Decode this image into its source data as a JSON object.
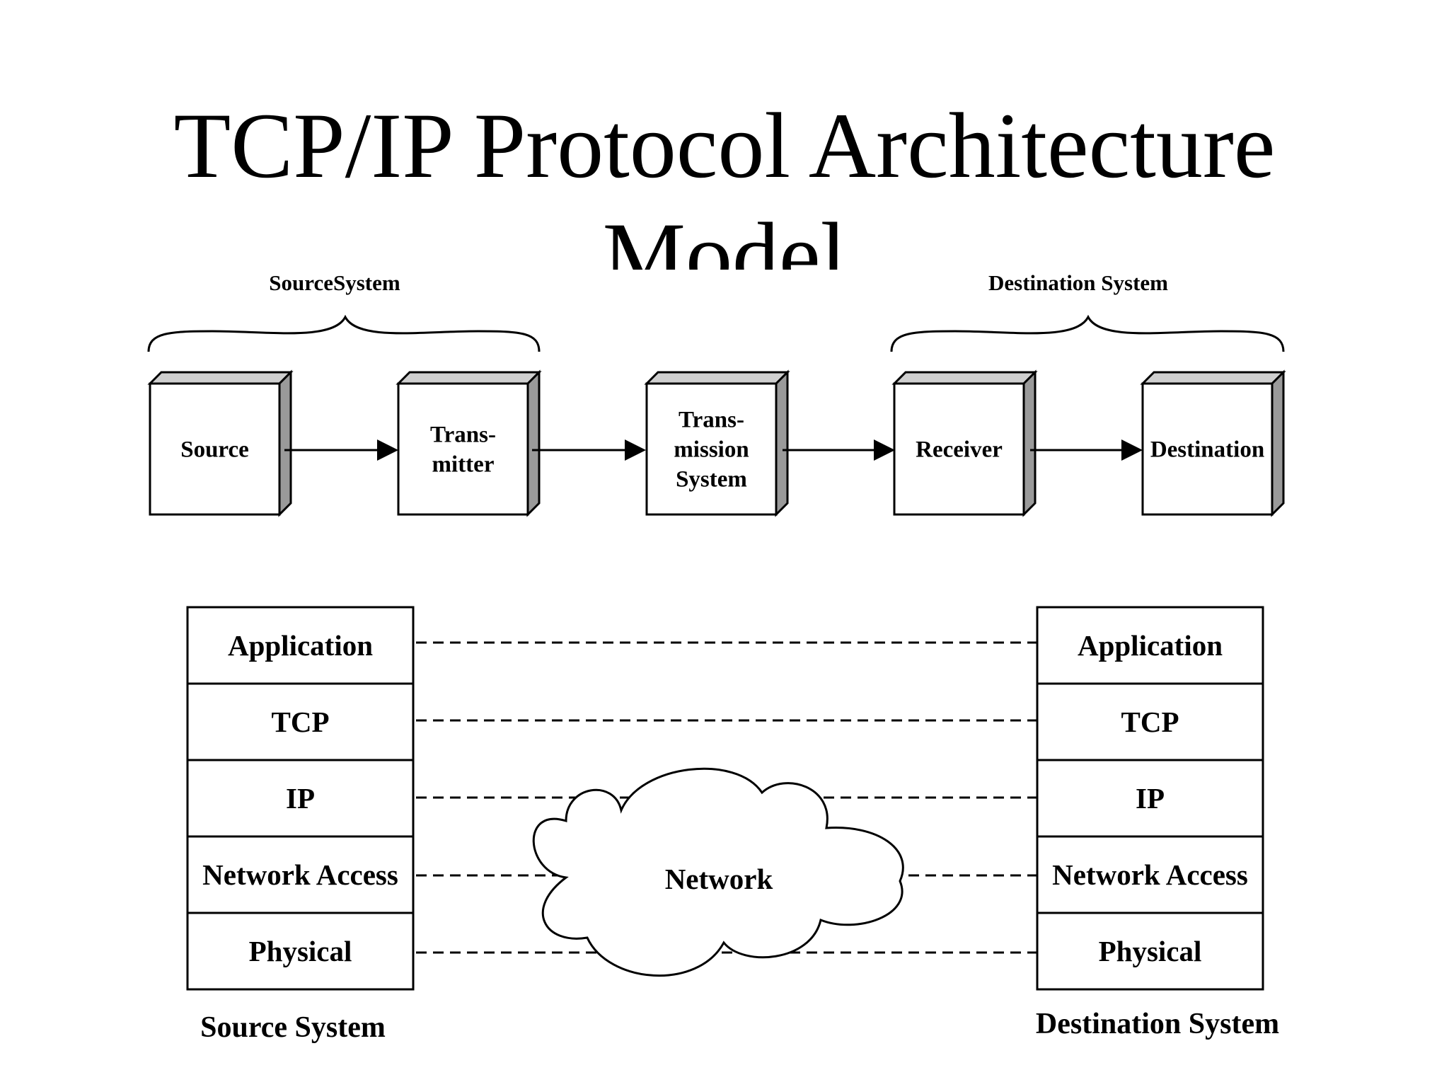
{
  "title": {
    "line1": "TCP/IP Protocol Architecture",
    "line2": "Model"
  },
  "top_diagram": {
    "source_system_label": "SourceSystem",
    "destination_system_label": "Destination System",
    "boxes": [
      {
        "lines": [
          "Source"
        ]
      },
      {
        "lines": [
          "Trans-",
          "mitter"
        ]
      },
      {
        "lines": [
          "Trans-",
          "mission",
          "System"
        ]
      },
      {
        "lines": [
          "Receiver"
        ]
      },
      {
        "lines": [
          "Destination"
        ]
      }
    ]
  },
  "layer_diagram": {
    "layers": [
      "Application",
      "TCP",
      "IP",
      "Network Access",
      "Physical"
    ],
    "network_label": "Network",
    "source_caption": "Source System",
    "destination_caption": "Destination System"
  }
}
